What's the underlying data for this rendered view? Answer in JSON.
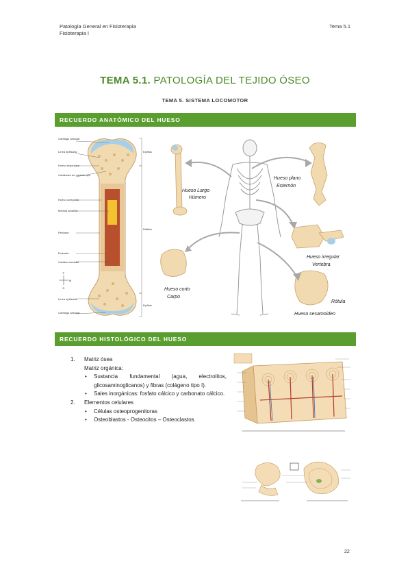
{
  "header": {
    "left_line1": "Patología General en Fisioterapia",
    "left_line2": "Fisioterapia I",
    "right": "Tema 5.1"
  },
  "title": {
    "prefix": "TEMA 5.1.",
    "rest": " PATOLOGÍA DEL TEJIDO ÓSEO"
  },
  "subtitle": "TEMA 5. SISTEMA LOCOMOTOR",
  "section1": {
    "heading": "RECUERDO ANATÓMICO DEL HUESO",
    "bone_labels": {
      "cartilage_top": "Cartílago articular",
      "epiphyseal_line_top": "Línea epifisaria",
      "spongy": "Hueso esponjoso",
      "red_marrow": "Cavidades de médula roja",
      "compact": "Hueso compacto",
      "yellow_marrow": "Médula amarilla",
      "periosteum": "Periostio",
      "endosteum": "Endostio",
      "medullary_cavity": "Cavidad medular",
      "epiphyseal_line_bottom": "Línea epifisaria",
      "cartilage_bottom": "Cartílago articular",
      "epiphysis_top": "Epífisis",
      "diaphysis": "Diáfisis",
      "epiphysis_bottom": "Epífisis",
      "compass": {
        "p": "P",
        "l": "L",
        "m": "M",
        "d": "D"
      }
    },
    "skeleton_labels": {
      "long_1": "Hueso Largo",
      "long_2": "Húmero",
      "flat_1": "Hueso plano",
      "flat_2": "Esternón",
      "irregular_1": "Hueso irregular",
      "irregular_2": "Vertebra",
      "short_1": "Hueso corto",
      "short_2": "Carpo",
      "patella": "Rótula",
      "sesamoid": "Hueso sesamoideo"
    }
  },
  "section2": {
    "heading": "RECUERDO HISTOLÓGICO DEL HUESO",
    "items": [
      {
        "num": "1.",
        "title": "Matriz ósea",
        "subtitle": "Matriz orgánica:",
        "bullets": [
          "Sustancia fundamental (agua, electrolitos, glicosaminoglicanos) y fibras (colágeno tipo I).",
          "Sales inorgánicas: fosfato cálcico y carbonato cálcico."
        ]
      },
      {
        "num": "2.",
        "title": "Elementos celulares",
        "bullets": [
          "Células osteoprogenitoras",
          "Osteoblastos - Osteocitos – Osteoclastos"
        ]
      }
    ]
  },
  "page_number": "22",
  "colors": {
    "accent_green": "#5a9e2f",
    "title_green": "#4a8a26",
    "bone": "#f1d9b0",
    "bone_dark": "#d9b47a",
    "marrow_red": "#b8502e",
    "marrow_yellow": "#f2c230",
    "cartilage_blue": "#a9cfe6"
  }
}
